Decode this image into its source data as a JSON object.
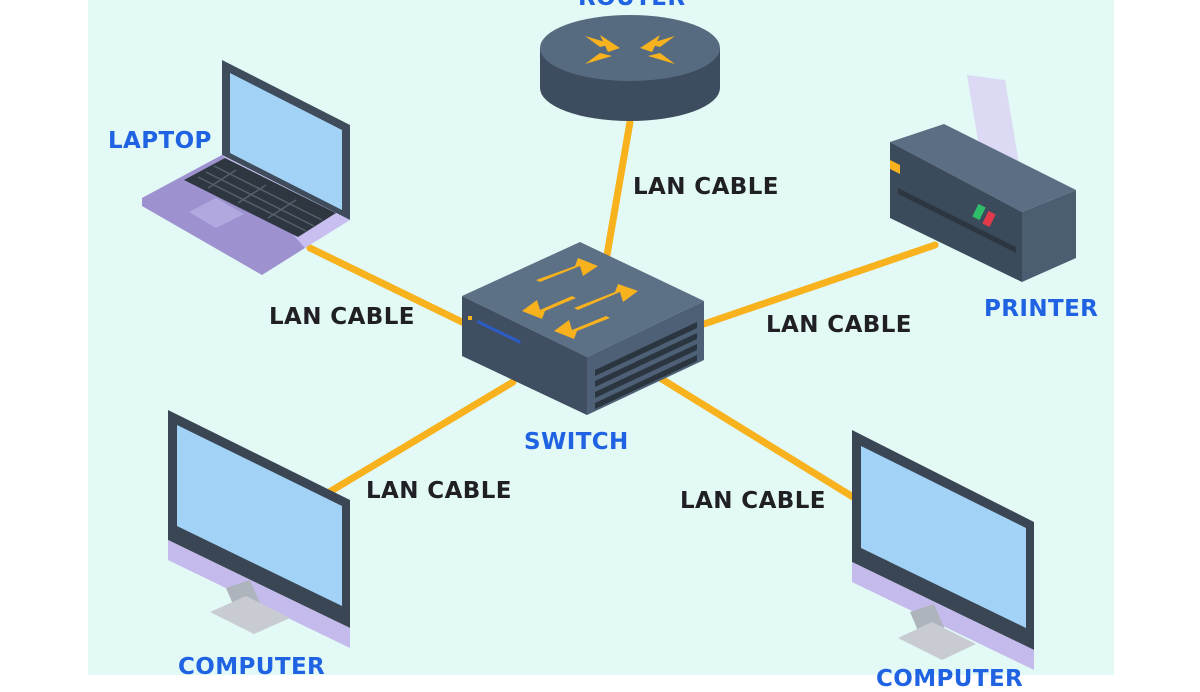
{
  "diagram": {
    "devices": {
      "router": "ROUTER",
      "laptop": "LAPTOP",
      "printer": "PRINTER",
      "switch": "SWITCH",
      "computer": "COMPUTER",
      "computer2": "COMPUTER"
    },
    "cables": {
      "router_switch": "LAN CABLE",
      "laptop_switch": "LAN CABLE",
      "printer_switch": "LAN CABLE",
      "computer_switch": "LAN CABLE",
      "computer2_switch": "LAN CABLE"
    }
  },
  "colors": {
    "background": "#e3f9f5",
    "device_label": "#1f63e3",
    "cable_label": "#1f1f24",
    "cable": "#f7b21d",
    "device_body": "#4e6074",
    "screen": "#9fd0f5",
    "base": "#b9aee2"
  }
}
